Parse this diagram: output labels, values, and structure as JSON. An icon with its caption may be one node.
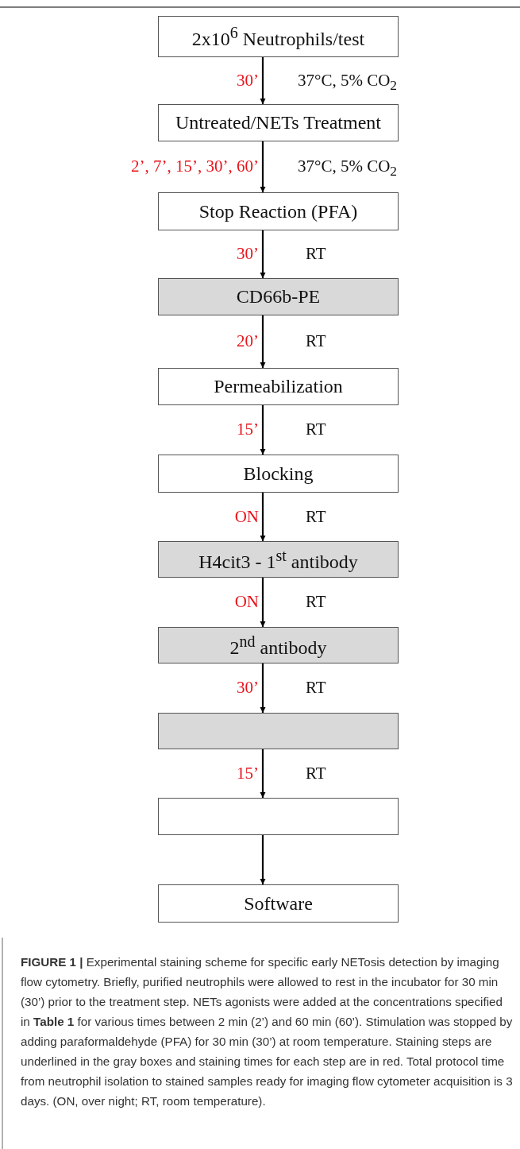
{
  "diagram": {
    "caption": "**FIGURE 1 |** Experimental staining scheme for specific early NETosis detection by imaging flow cytometry. Briefly, purified neutrophils were allowed to rest in the incubator for 30 min (30’) prior to the treatment step. NETs agonists were added at the concentrations specified in **Table 1** for various times between 2 min (2’) and 60 min (60’). Stimulation was stopped by adding paraformaldehyde (PFA) for 30 min (30’) at room temperature. Staining steps are underlined in the gray boxes and staining times for each step are in red. Total protocol time from neutrophil isolation to stained samples ready for imaging flow cytometer acquisition is 3 days. (ON, over night; RT, room temperature).",
    "nodes": [
      {
        "text": [
          "2x10$^{6}$ Neutrophils/test"
        ]
      },
      {
        "text": [
          "Untreated/NETs Treatment"
        ]
      },
      {
        "text": [
          "Stop Reaction (PFA)"
        ]
      },
      {
        "text": [
          "CD66b-PE"
        ]
      },
      {
        "text": [
          "Permeabilization"
        ]
      },
      {
        "text": [
          "Blocking"
        ]
      },
      {
        "text": [
          "H4cit3 - 1$^{st}$ antibody"
        ]
      },
      {
        "text": [
          "2$^{nd}$ antibody"
        ]
      },
      {
        "text": [],
        "shape": "box"
      },
      {
        "text": [],
        "shape": "box"
      },
      {
        "text": [
          "Software"
        ]
      }
    ],
    "edges": [
      {
        "from": 0,
        "to": 1,
        "arrow": "to",
        "label": "30’"
      },
      {
        "from": 1,
        "to": 2,
        "arrow": "to",
        "label": "2’, 7’, 15’, 30’, 60’"
      },
      {
        "from": 2,
        "to": 3,
        "arrow": "to",
        "label": "30’"
      },
      {
        "from": 3,
        "to": 4,
        "arrow": "to",
        "label": "20’"
      },
      {
        "from": 4,
        "to": 5,
        "arrow": "to",
        "label": "15’"
      },
      {
        "from": 5,
        "to": 6,
        "arrow": "to",
        "label": "ON"
      },
      {
        "from": 6,
        "to": 7,
        "arrow": "to",
        "label": "ON"
      },
      {
        "from": 7,
        "to": 8,
        "arrow": "to",
        "label": "30’"
      },
      {
        "from": 8,
        "to": 9,
        "arrow": "to",
        "label": "15’"
      },
      {
        "from": 9,
        "to": 10,
        "arrow": "to"
      }
    ],
    "labels": [
      "37°C, 5% CO$_{2}$",
      "37°C, 5% CO$_{2}$",
      "RT",
      "RT",
      "RT",
      "RT",
      "RT",
      "RT",
      "RT"
    ]
  }
}
